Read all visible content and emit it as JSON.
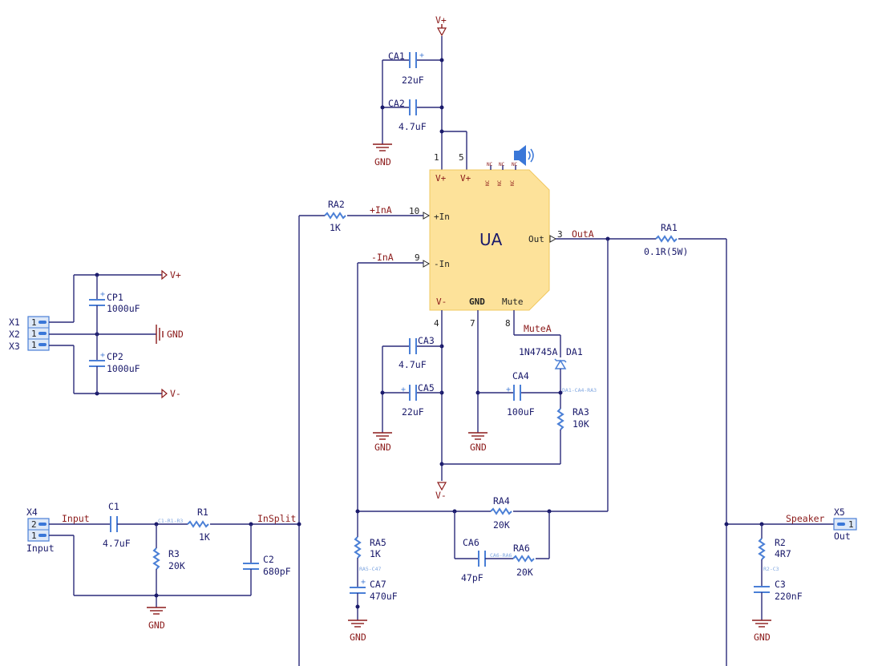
{
  "schematic": {
    "ic": {
      "ref": "UA",
      "pins": {
        "p1": "1",
        "p5": "5",
        "p10": "10",
        "p9": "9",
        "p3": "3",
        "p4": "4",
        "p7": "7",
        "p8": "8"
      },
      "pin_names": {
        "vplus1": "V+",
        "vplus2": "V+",
        "in_p": "+In",
        "in_n": "-In",
        "out": "Out",
        "vminus": "V-",
        "gnd": "GND",
        "mute": "Mute",
        "nc": "NC"
      }
    },
    "power": {
      "vplus": "V+",
      "vminus": "V-",
      "gnd": "GND",
      "gnd_arrow": "GND"
    },
    "nets": {
      "in_a_pos": "+InA",
      "in_a_neg": "-InA",
      "out_a": "OutA",
      "mute_a": "MuteA",
      "input": "Input",
      "insplit": "InSplit",
      "speaker": "Speaker"
    },
    "components": {
      "CA1": {
        "ref": "CA1",
        "value": "22uF"
      },
      "CA2": {
        "ref": "CA2",
        "value": "4.7uF"
      },
      "RA2": {
        "ref": "RA2",
        "value": "1K"
      },
      "RA1": {
        "ref": "RA1",
        "value": "0.1R(5W)"
      },
      "CP1": {
        "ref": "CP1",
        "value": "1000uF"
      },
      "CP2": {
        "ref": "CP2",
        "value": "1000uF"
      },
      "CA3": {
        "ref": "CA3",
        "value": "4.7uF"
      },
      "CA5": {
        "ref": "CA5",
        "value": "22uF"
      },
      "CA4": {
        "ref": "CA4",
        "value": "100uF"
      },
      "DA1": {
        "ref": "DA1",
        "value": "1N4745A"
      },
      "RA3": {
        "ref": "RA3",
        "value": "10K"
      },
      "C1": {
        "ref": "C1",
        "value": "4.7uF"
      },
      "R1": {
        "ref": "R1",
        "value": "1K"
      },
      "R3": {
        "ref": "R3",
        "value": "20K"
      },
      "C2": {
        "ref": "C2",
        "value": "680pF"
      },
      "RA4": {
        "ref": "RA4",
        "value": "20K"
      },
      "RA5": {
        "ref": "RA5",
        "value": "1K"
      },
      "CA7": {
        "ref": "CA7",
        "value": "470uF"
      },
      "CA6": {
        "ref": "CA6",
        "value": "47pF"
      },
      "RA6": {
        "ref": "RA6",
        "value": "20K"
      },
      "R2": {
        "ref": "R2",
        "value": "4R7"
      },
      "C3": {
        "ref": "C3",
        "value": "220nF"
      }
    },
    "connectors": {
      "X1": {
        "ref": "X1",
        "pin": "1"
      },
      "X2": {
        "ref": "X2",
        "pin": "1"
      },
      "X3": {
        "ref": "X3",
        "pin": "1"
      },
      "X4": {
        "ref": "X4",
        "pin1": "1",
        "pin2": "2",
        "label": "Input"
      },
      "X5": {
        "ref": "X5",
        "pin": "1",
        "label": "Out"
      }
    },
    "tiny_labels": {
      "c1_r1_r3": "C1-R1-R3",
      "da1_ca4_ra3": "DA1-CA4-RA3",
      "ca6_ra6": "CA6-RA6",
      "ra5_c47": "RA5-C47",
      "r2_c3": "R2-C3"
    },
    "colors": {
      "wire": "#2b2b7a",
      "component": "#4a7fd6",
      "ic_fill": "#fde29a",
      "ground": "#8b1a1a",
      "net_label": "#8b1a1a"
    }
  }
}
